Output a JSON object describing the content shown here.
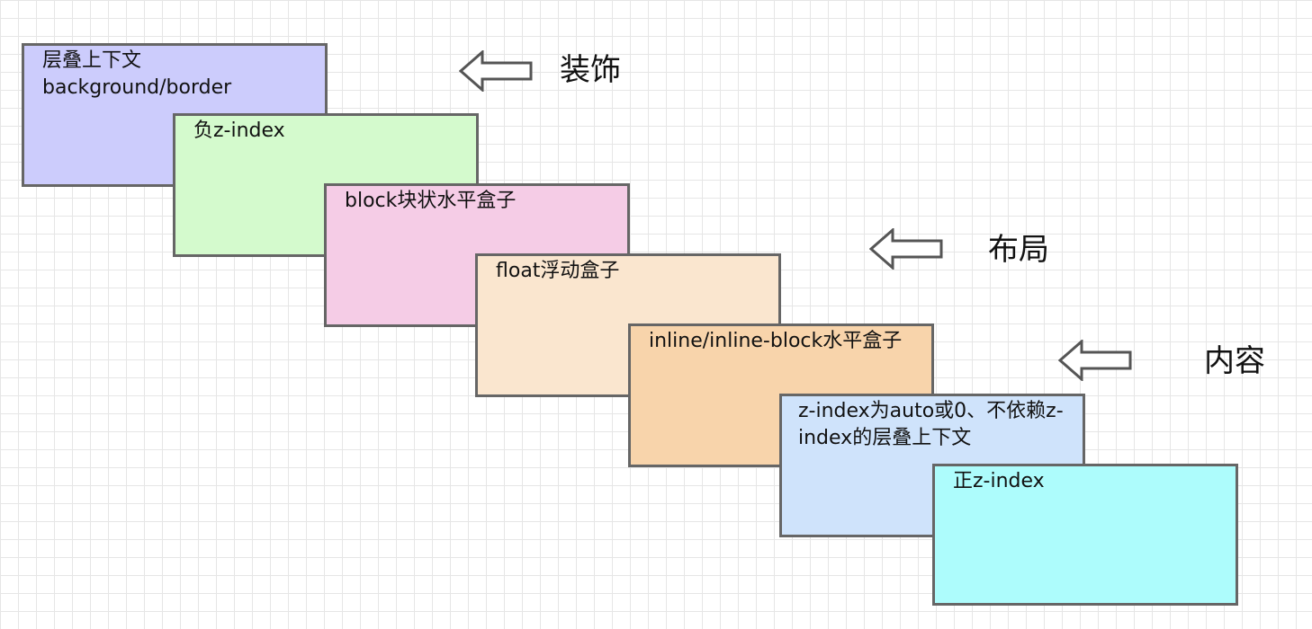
{
  "colors": {
    "grid_line": "#e6e6e6",
    "box_border": "#666666",
    "arrow_stroke": "#555555"
  },
  "layers": [
    {
      "text": "层叠上下文\nbackground/border",
      "color": "#ccccfc"
    },
    {
      "text": "负z-index",
      "color": "#d4facd"
    },
    {
      "text": "block块状水平盒子",
      "color": "#f5cce6"
    },
    {
      "text": "float浮动盒子",
      "color": "#fae6cf"
    },
    {
      "text": "inline/inline-block水平盒子",
      "color": "#f8d4ab"
    },
    {
      "text": "z-index为auto或0、不依赖z-index的层叠上下文",
      "color": "#cfe3fb"
    },
    {
      "text": "正z-index",
      "color": "#adfcfc"
    }
  ],
  "annotations": [
    {
      "label": "装饰",
      "icon": "left-arrow-icon"
    },
    {
      "label": "布局",
      "icon": "left-arrow-icon"
    },
    {
      "label": "内容",
      "icon": "left-arrow-icon"
    }
  ]
}
